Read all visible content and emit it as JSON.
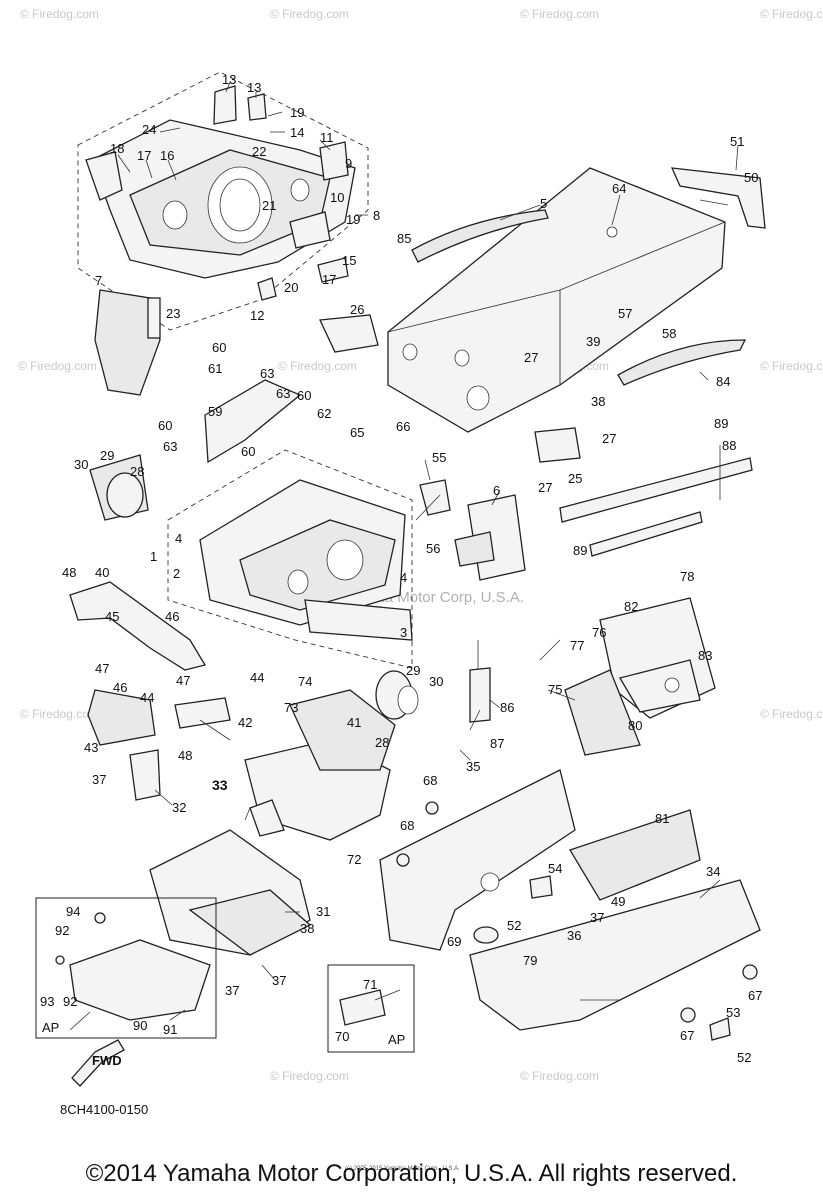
{
  "watermarks": [
    "© Firedog.com",
    "© Firedog.com",
    "© Firedog.com",
    "© Firedog.com",
    "© Firedog.com",
    "© Firedog.com",
    "© Firedog.com",
    "© Firedog.com",
    "© Firedog.com",
    "© Firedog.com",
    "© Firedog.com",
    "© Firedog.com"
  ],
  "center_watermark": "©2014 Yamaha Motor Corp, U.S.A.",
  "callouts": {
    "c1": "1",
    "c2": "2",
    "c3": "3",
    "c4a": "4",
    "c4b": "4",
    "c5": "5",
    "c6": "6",
    "c7": "7",
    "c8": "8",
    "c9": "9",
    "c10": "10",
    "c11": "11",
    "c12": "12",
    "c13a": "13",
    "c13b": "13",
    "c14": "14",
    "c15": "15",
    "c16": "16",
    "c17a": "17",
    "c17b": "17",
    "c18": "18",
    "c19a": "19",
    "c19b": "19",
    "c20": "20",
    "c21": "21",
    "c22": "22",
    "c23": "23",
    "c24": "24",
    "c25": "25",
    "c26": "26",
    "c27a": "27",
    "c27b": "27",
    "c27c": "27",
    "c28a": "28",
    "c28b": "28",
    "c29a": "29",
    "c29b": "29",
    "c30a": "30",
    "c30b": "30",
    "c31": "31",
    "c32": "32",
    "c33": "33",
    "c34": "34",
    "c35": "35",
    "c36": "36",
    "c37a": "37",
    "c37b": "37",
    "c37c": "37",
    "c37d": "37",
    "c38a": "38",
    "c38b": "38",
    "c39": "39",
    "c40": "40",
    "c41": "41",
    "c42": "42",
    "c43": "43",
    "c44a": "44",
    "c44b": "44",
    "c45": "45",
    "c46a": "46",
    "c46b": "46",
    "c47a": "47",
    "c47b": "47",
    "c48a": "48",
    "c48b": "48",
    "c49": "49",
    "c50": "50",
    "c51": "51",
    "c52a": "52",
    "c52b": "52",
    "c53": "53",
    "c54": "54",
    "c55": "55",
    "c56": "56",
    "c57": "57",
    "c58": "58",
    "c59": "59",
    "c60a": "60",
    "c60b": "60",
    "c60c": "60",
    "c60d": "60",
    "c61": "61",
    "c62": "62",
    "c63a": "63",
    "c63b": "63",
    "c63c": "63",
    "c64": "64",
    "c65": "65",
    "c66": "66",
    "c67a": "67",
    "c67b": "67",
    "c68a": "68",
    "c68b": "68",
    "c69": "69",
    "c70": "70",
    "c71": "71",
    "c72": "72",
    "c73": "73",
    "c74": "74",
    "c75": "75",
    "c76": "76",
    "c77": "77",
    "c78": "78",
    "c79": "79",
    "c80": "80",
    "c81": "81",
    "c82": "82",
    "c83": "83",
    "c84": "84",
    "c85": "85",
    "c86": "86",
    "c87": "87",
    "c88": "88",
    "c89a": "89",
    "c89b": "89",
    "c90": "90",
    "c91": "91",
    "c92a": "92",
    "c92b": "92",
    "c93": "93",
    "c94": "94"
  },
  "box_labels": {
    "ap_left": "AP",
    "ap_right": "AP"
  },
  "fwd_label": "FWD",
  "diagram_code": "8CH4100-0150",
  "fine_print": "(c) 2005-2015 Yamaha Motor Corp., U.S.A.",
  "copyright": "©2014 Yamaha Motor Corporation, U.S.A. All rights reserved."
}
